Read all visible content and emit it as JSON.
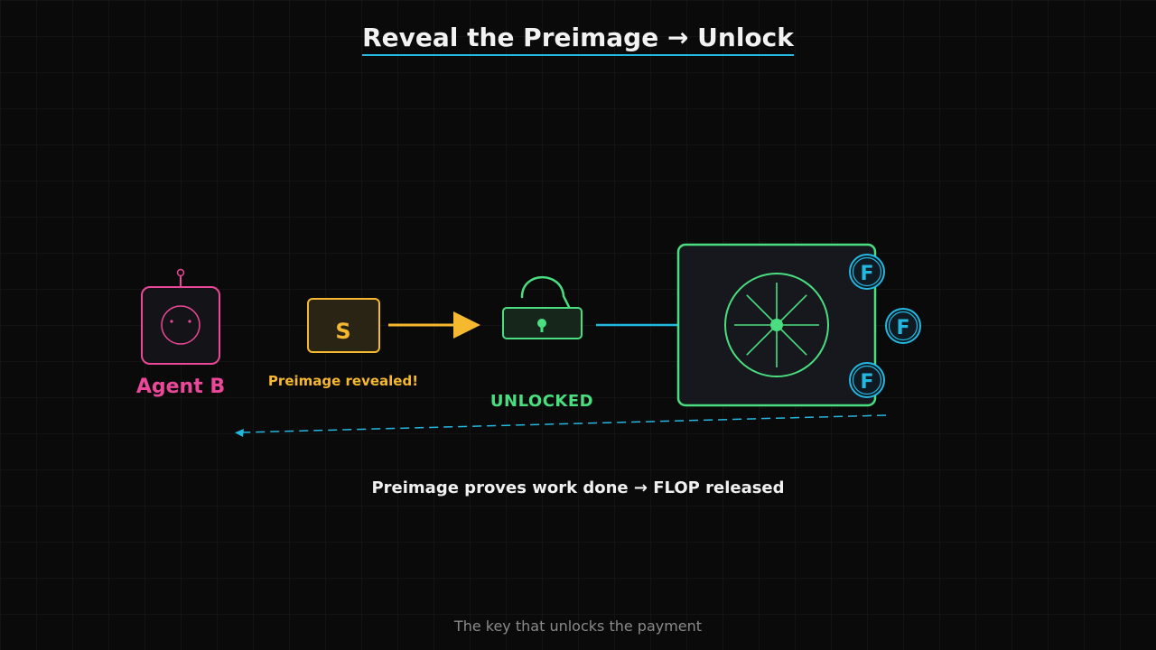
{
  "title": "Reveal the Preimage → Unlock",
  "agent": {
    "label": "Agent B"
  },
  "secret": {
    "glyph": "S",
    "caption": "Preimage revealed!"
  },
  "lock": {
    "status": "UNLOCKED"
  },
  "vault": {
    "tokens": [
      "F",
      "F",
      "F"
    ]
  },
  "caption": "Preimage proves work done → FLOP released",
  "footer": "The key that unlocks the payment",
  "colors": {
    "agent": "#ec4899",
    "secret": "#f5b82e",
    "lock": "#4ade80",
    "token": "#22b8e0",
    "accent": "#22b8e0"
  }
}
